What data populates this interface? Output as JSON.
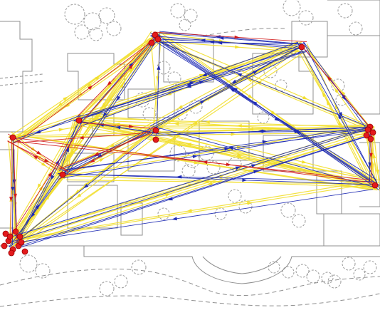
{
  "map": {
    "style": {
      "background": "#ffffff",
      "basemap_stroke": "#8f8f8f",
      "tree_stroke": "#9a9a9a",
      "node_fill": "#e31a1c",
      "node_stroke": "#9b0000",
      "flow_colors": {
        "yellow": "#f2df2f",
        "blue": "#1f2bb3",
        "red": "#d21c1c"
      }
    },
    "flows": {
      "yellow_count": 120,
      "blue_count": 55,
      "red_count": 18
    }
  }
}
